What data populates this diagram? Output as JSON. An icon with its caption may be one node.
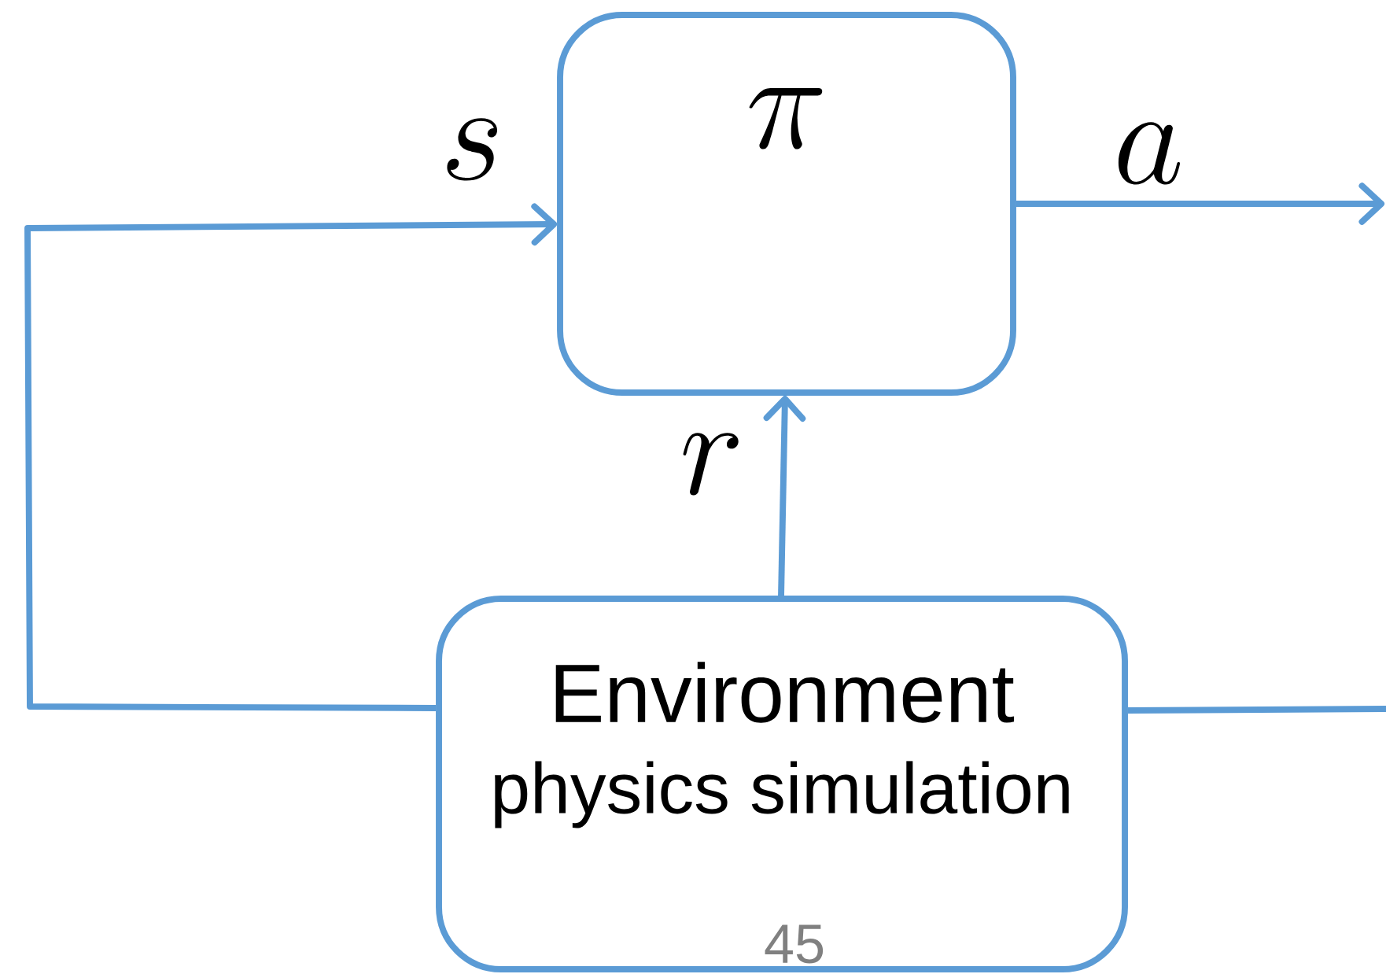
{
  "diagram": {
    "nodes": [
      {
        "text": [
          "\\pi"
        ]
      },
      {
        "text": [
          "Environment",
          "physics simulation"
        ]
      }
    ],
    "edges": [
      {
        "from": 1,
        "to": 0,
        "arrow": "to",
        "label": "s"
      },
      {
        "from": 1,
        "to": 0,
        "arrow": "to",
        "label": "r"
      },
      {
        "from": 0,
        "to": null,
        "arrow": "to",
        "label": "a"
      },
      {
        "from": 1,
        "to": null,
        "arrow": "none"
      }
    ],
    "labels": [
      "45"
    ]
  }
}
